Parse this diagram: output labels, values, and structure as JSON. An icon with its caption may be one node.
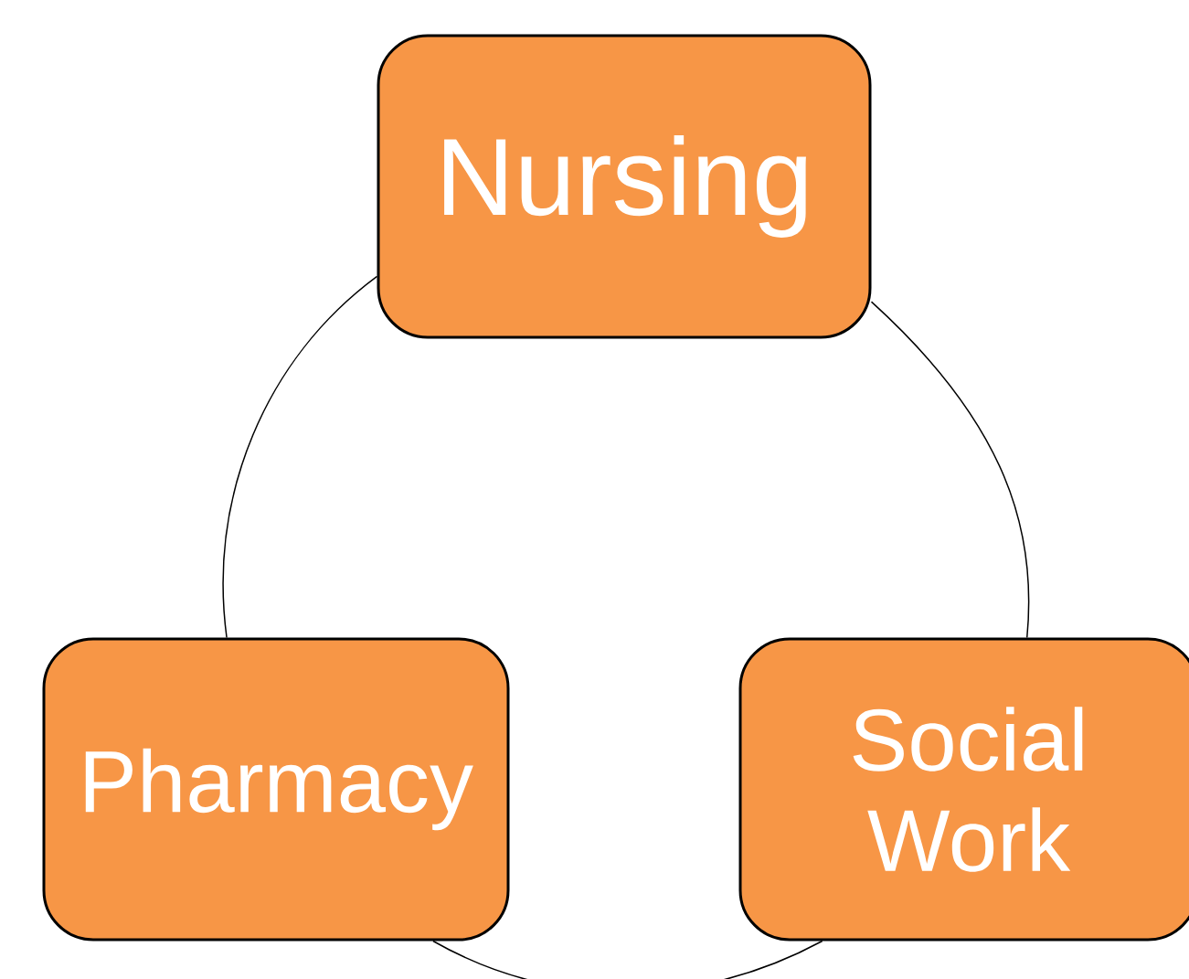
{
  "diagram": {
    "nodes": [
      {
        "text": [
          "Nursing"
        ]
      },
      {
        "text": [
          "Pharmacy"
        ]
      },
      {
        "text": [
          "Social Work"
        ]
      }
    ],
    "edges": [
      {
        "from": 0,
        "to": 2,
        "arrow": "none"
      },
      {
        "from": 2,
        "to": 1,
        "arrow": "none"
      },
      {
        "from": 1,
        "to": 0,
        "arrow": "none"
      }
    ]
  }
}
